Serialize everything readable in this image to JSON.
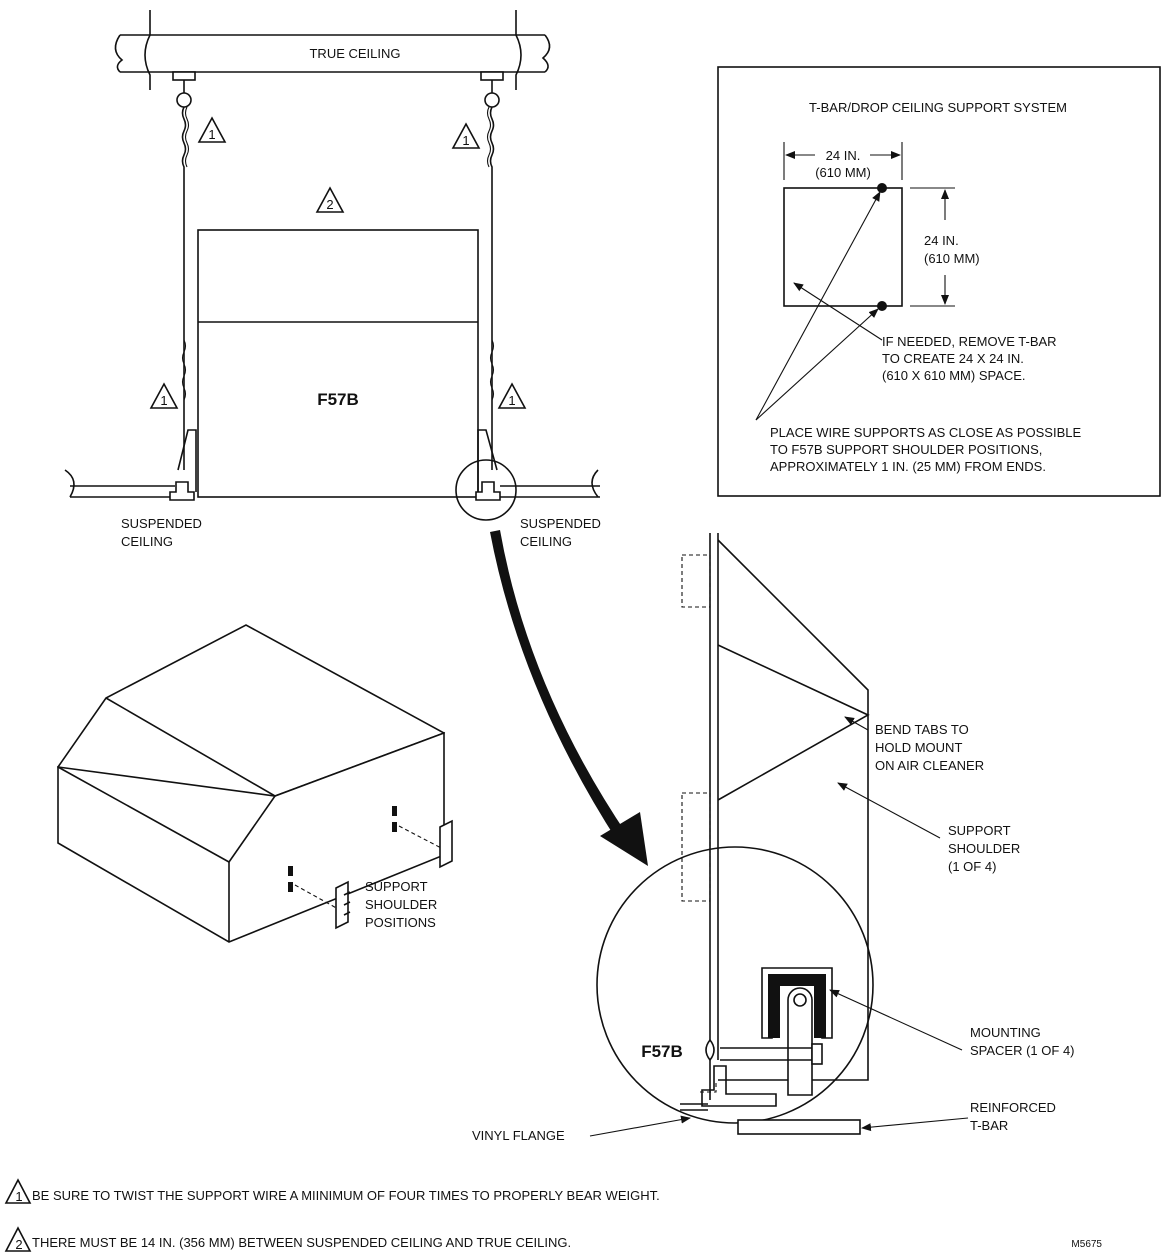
{
  "labels": {
    "true_ceiling": "TRUE CEILING",
    "suspended_ceiling_left": [
      "SUSPENDED",
      "CEILING"
    ],
    "suspended_ceiling_right": [
      "SUSPENDED",
      "CEILING"
    ],
    "unit_main": "F57B",
    "unit_detail": "F57B",
    "support_positions": [
      "SUPPORT",
      "SHOULDER",
      "POSITIONS"
    ],
    "bend_tabs": [
      "BEND TABS TO",
      "HOLD MOUNT",
      "ON AIR CLEANER"
    ],
    "support_shoulder": [
      "SUPPORT",
      "SHOULDER",
      "(1 OF 4)"
    ],
    "mounting_spacer": [
      "MOUNTING",
      "SPACER (1 OF 4)"
    ],
    "reinforced_tbar": [
      "REINFORCED",
      "T-BAR"
    ],
    "vinyl_flange": "VINYL FLANGE",
    "markers": {
      "one": "1",
      "two": "2"
    }
  },
  "tbar_box": {
    "title": "T-BAR/DROP CEILING SUPPORT SYSTEM",
    "width_dim": [
      "24 IN.",
      "(610 MM)"
    ],
    "height_dim": [
      "24 IN.",
      "(610 MM)"
    ],
    "remove_note": [
      "IF NEEDED, REMOVE T-BAR",
      "TO CREATE 24 X 24 IN.",
      "(610 X 610 MM) SPACE."
    ],
    "place_note": [
      "PLACE WIRE SUPPORTS AS CLOSE AS POSSIBLE",
      "TO F57B SUPPORT SHOULDER POSITIONS,",
      "APPROXIMATELY 1 IN. (25 MM) FROM ENDS."
    ]
  },
  "notes": [
    {
      "marker": "1",
      "text": "BE SURE TO TWIST THE SUPPORT WIRE A MIINIMUM OF FOUR TIMES TO PROPERLY BEAR WEIGHT."
    },
    {
      "marker": "2",
      "text": "THERE MUST BE 14 IN. (356 MM) BETWEEN SUSPENDED CEILING AND TRUE CEILING."
    }
  ],
  "figure_code": "M5675"
}
